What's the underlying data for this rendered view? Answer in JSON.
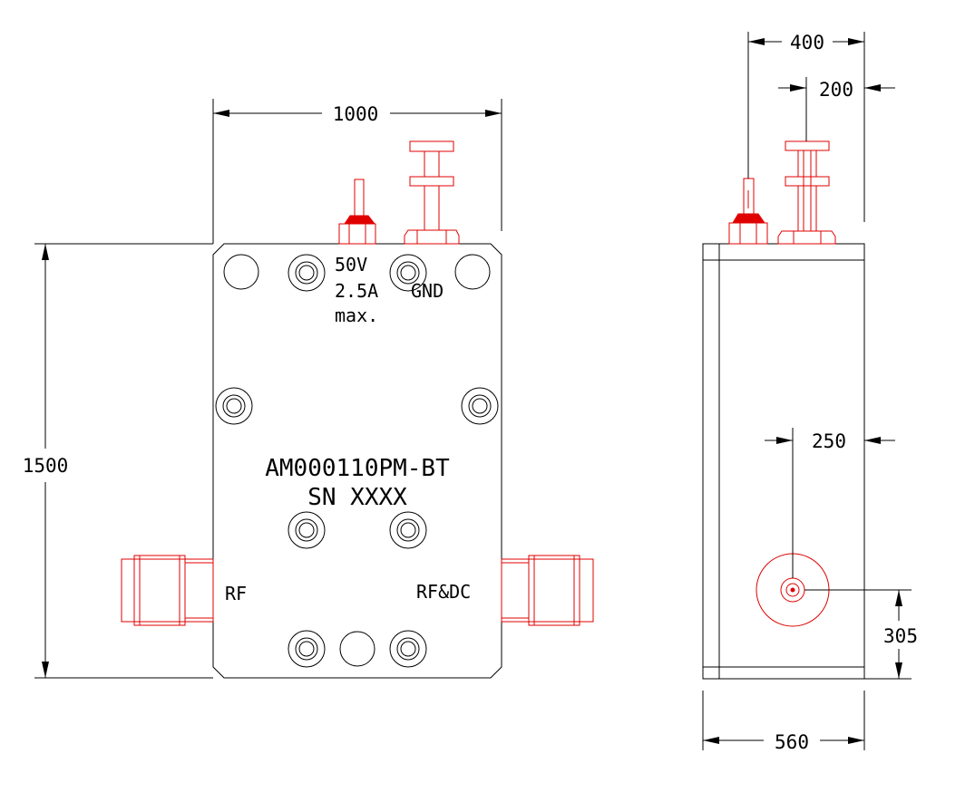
{
  "front_view": {
    "width_dim": "1000",
    "height_dim": "1500",
    "model": "AM000110PM-BT",
    "serial": "SN XXXX",
    "power_label_voltage": "50V",
    "power_label_current": "2.5A",
    "power_label_max": "max.",
    "gnd_label": "GND",
    "rf_in_label": "RF",
    "rf_out_label": "RF&DC"
  },
  "side_view": {
    "dim_top_outer": "400",
    "dim_top_inner": "200",
    "dim_connector_x": "250",
    "dim_connector_y": "305",
    "dim_depth": "560"
  },
  "colors": {
    "line": "#000000",
    "connector": "#e00000"
  }
}
